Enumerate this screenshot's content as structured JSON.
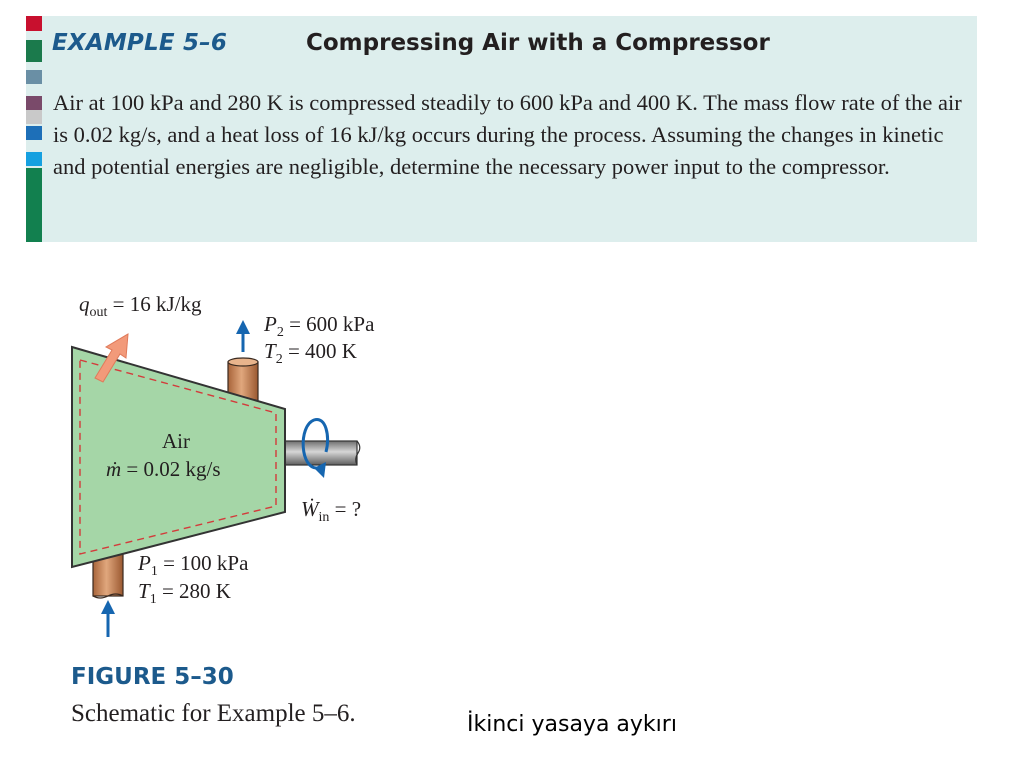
{
  "example": {
    "number": "EXAMPLE 5–6",
    "title": "Compressing Air with a Compressor",
    "text": "Air at 100 kPa and 280 K is compressed steadily to 600 kPa and 400 K. The mass flow rate of the air is 0.02 kg/s, and a heat loss of 16 kJ/kg occurs during the process. Assuming the changes in kinetic and potential energies are negligible, determine the necessary power input to the compressor.",
    "stripe_colors": [
      "#c8102e",
      "#1b7a4c",
      "#6a8fa5",
      "#7a4a6a",
      "#c9c9c9",
      "#1d6fb8",
      "#15a0e0",
      "#12804f"
    ]
  },
  "figure": {
    "q_out_symbol": "q",
    "q_out_sub": "out",
    "q_out_value": " = 16 kJ/kg",
    "p2_symbol": "P",
    "p2_sub": "2",
    "p2_value": " = 600 kPa",
    "t2_symbol": "T",
    "t2_sub": "2",
    "t2_value": " = 400 K",
    "fluid_label": "Air",
    "mdot_symbol": "ṁ",
    "mdot_value": " = 0.02 kg/s",
    "w_in_symbol": "Ẇ",
    "w_in_sub": "in",
    "w_in_value": " = ?",
    "p1_symbol": "P",
    "p1_sub": "1",
    "p1_value": " = 100 kPa",
    "t1_symbol": "T",
    "t1_sub": "1",
    "t1_value": " = 280 K",
    "colors": {
      "compressor_fill": "#a5d6a7",
      "boundary_dash": "#d33b3b",
      "pipe": "#c9855a",
      "arrow_blue": "#1666b0",
      "heat_arrow": "#f29a7a",
      "shaft": "#9a9a9a"
    }
  },
  "caption": {
    "figure_number": "FIGURE 5–30",
    "text": "Schematic for Example 5–6."
  },
  "note": "İkinci yasaya aykırı"
}
